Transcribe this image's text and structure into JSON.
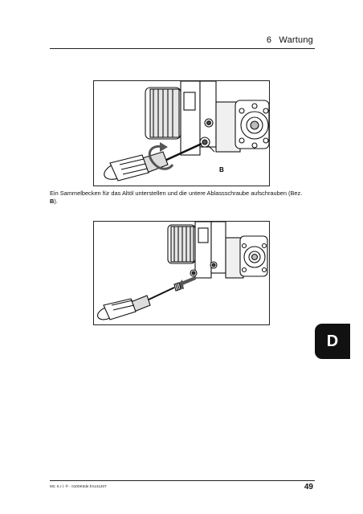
{
  "header": {
    "section_number": "6",
    "section_title": "Wartung"
  },
  "figure1": {
    "label": "B"
  },
  "caption": {
    "text_before": "Ein Sammelbecken für das Altöl unterstellen und die untere Ablassschraube aufschrauben (Bez. ",
    "ref": "B",
    "text_after": ")."
  },
  "side_tab": {
    "letter": "D"
  },
  "footer": {
    "doc_code": "MC S.r.l. ® - 0100K0de.fm141207",
    "page_number": "49"
  }
}
